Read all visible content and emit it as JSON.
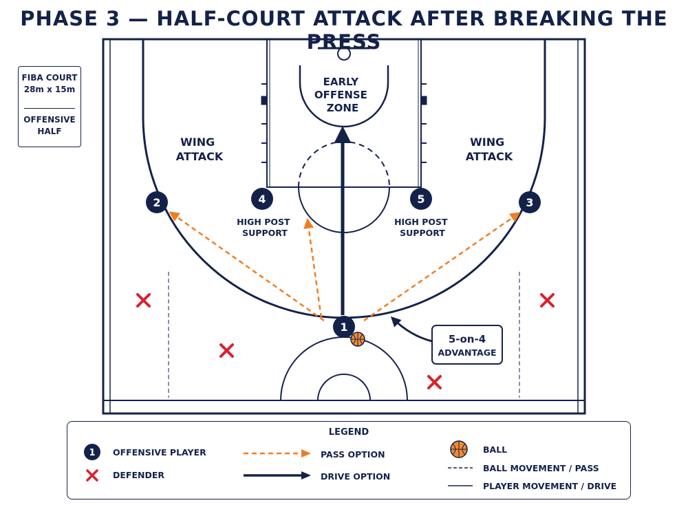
{
  "title": "PHASE 3 — HALF-COURT ATTACK AFTER BREAKING THE PRESS",
  "info_box": {
    "line1": "FIBA COURT",
    "line2": "28m x 15m",
    "line3": "OFFENSIVE",
    "line4": "HALF"
  },
  "zones": {
    "early_offense": [
      "EARLY",
      "OFFENSE",
      "ZONE"
    ],
    "wing_left": [
      "WING",
      "ATTACK"
    ],
    "wing_right": [
      "WING",
      "ATTACK"
    ],
    "high_post_left": [
      "HIGH POST",
      "SUPPORT"
    ],
    "high_post_right": [
      "HIGH POST",
      "SUPPORT"
    ]
  },
  "players": [
    {
      "number": "1"
    },
    {
      "number": "2"
    },
    {
      "number": "3"
    },
    {
      "number": "4"
    },
    {
      "number": "5"
    }
  ],
  "callout": [
    "5-on-4",
    "ADVANTAGE"
  ],
  "legend": {
    "title": "LEGEND",
    "offensive_player": "OFFENSIVE PLAYER",
    "offensive_player_symbol": "1",
    "defender": "DEFENDER",
    "pass_option": "PASS OPTION",
    "drive_option": "DRIVE OPTION",
    "ball": "BALL",
    "ball_movement": "BALL MOVEMENT / PASS",
    "player_movement": "PLAYER MOVEMENT / DRIVE"
  },
  "colors": {
    "navy": "#14224a",
    "pass_orange": "#f07d22",
    "defender_red": "#d9202e",
    "ball_orange": "#f28a30"
  }
}
